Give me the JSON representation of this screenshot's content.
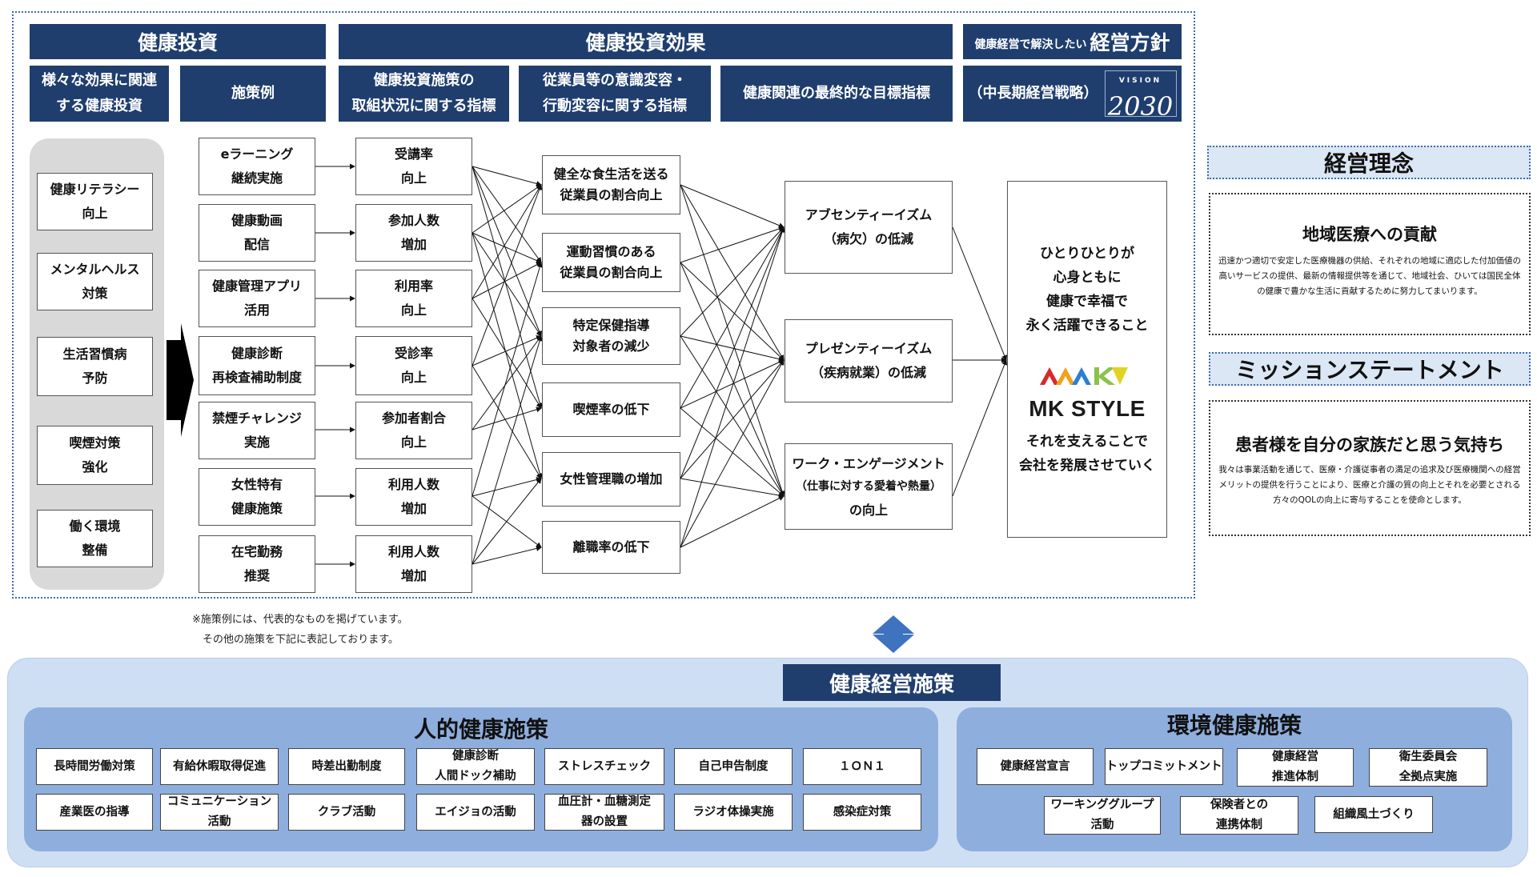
{
  "headers": {
    "investment": "健康投資",
    "effects": "健康投資効果",
    "policy_small": "健康経営で解決したい",
    "policy_large": "経営方針",
    "col_effects_related": "様々な効果に関連\nする健康投資",
    "col_examples": "施策例",
    "col_initiative_metrics": "健康投資施策の\n取組状況に関する指標",
    "col_awareness_metrics": "従業員等の意識変容・\n行動変容に関する指標",
    "col_final_metrics": "健康関連の最終的な目標指標",
    "col_strategy": "（中長期経営戦略）",
    "vision_label": "VISION",
    "vision_year": "2030"
  },
  "investment_areas": [
    "健康リテラシー\n向上",
    "メンタルヘルス\n対策",
    "生活習慣病\n予防",
    "喫煙対策\n強化",
    "働く環境\n整備"
  ],
  "examples": [
    "eラーニング\n継続実施",
    "健康動画\n配信",
    "健康管理アプリ\n活用",
    "健康診断\n再検査補助制度",
    "禁煙チャレンジ\n実施",
    "女性特有\n健康施策",
    "在宅勤務\n推奨"
  ],
  "initiative_metrics": [
    "受講率\n向上",
    "参加人数\n増加",
    "利用率\n向上",
    "受診率\n向上",
    "参加者割合\n向上",
    "利用人数\n増加",
    "利用人数\n増加"
  ],
  "awareness_metrics": [
    "健全な食生活を送る\n従業員の割合向上",
    "運動習慣のある\n従業員の割合向上",
    "特定保健指導\n対象者の減少",
    "喫煙率の低下",
    "女性管理職の増加",
    "離職率の低下"
  ],
  "final_metrics": {
    "absenteeism": "アブセンティーイズム\n（病欠）の低減",
    "presenteeism": "プレゼンティーイズム\n（疾病就業）の低減",
    "engagement_top": "ワーク・エンゲージメント",
    "engagement_mid": "（仕事に対する愛着や熱量）",
    "engagement_bottom": "の向上"
  },
  "goal": {
    "text1": "ひとりひとりが\n心身ともに\n健康で幸福で\n永く活躍できること",
    "logo_text": "MK STYLE",
    "text2": "それを支えることで\n会社を発展させていく"
  },
  "note": "※施策例には、代表的なものを掲げています。\n　その他の施策を下記に表記しております。",
  "philosophy": {
    "title": "経営理念",
    "heading": "地域医療への貢献",
    "body": "迅速かつ適切で安定した医療機器の供給、それぞれの地域に適応した付加価値の高いサービスの提供、最新の情報提供等を通じて、地域社会、ひいては国民全体の健康で豊かな生活に貢献するために努力してまいります。"
  },
  "mission": {
    "title": "ミッションステートメント",
    "heading": "患者様を自分の家族だと思う気持ち",
    "body": "我々は事業活動を通じて、医療・介護従事者の満足の追求及び医療機関への経営メリットの提供を行うことにより、医療と介護の質の向上とそれを必要とされる方々のQOLの向上に寄与することを使命とします。"
  },
  "bottom": {
    "title": "健康経営施策",
    "human_title": "人的健康施策",
    "human_row1": [
      "長時間労働対策",
      "有給休暇取得促進",
      "時差出勤制度",
      "健康診断\n人間ドック補助",
      "ストレスチェック",
      "自己申告制度",
      "１ＯＮ１"
    ],
    "human_row2": [
      "産業医の指導",
      "コミュニケーション\n活動",
      "クラブ活動",
      "エイジョの活動",
      "血圧計・血糖測定\n器の設置",
      "ラジオ体操実施",
      "感染症対策"
    ],
    "env_title": "環境健康施策",
    "env_row1": [
      "健康経営宣言",
      "トップコミットメント",
      "健康経営\n推進体制",
      "衛生委員会\n全拠点実施"
    ],
    "env_row2": [
      "ワーキンググループ\n活動",
      "保険者との\n連携体制",
      "組織風土づくり"
    ]
  },
  "colors": {
    "navy": "#1f3e6e",
    "light_blue_panel": "#cfdff3",
    "mid_blue_panel": "#8eaedd",
    "double_arrow": "#3f73c0"
  }
}
